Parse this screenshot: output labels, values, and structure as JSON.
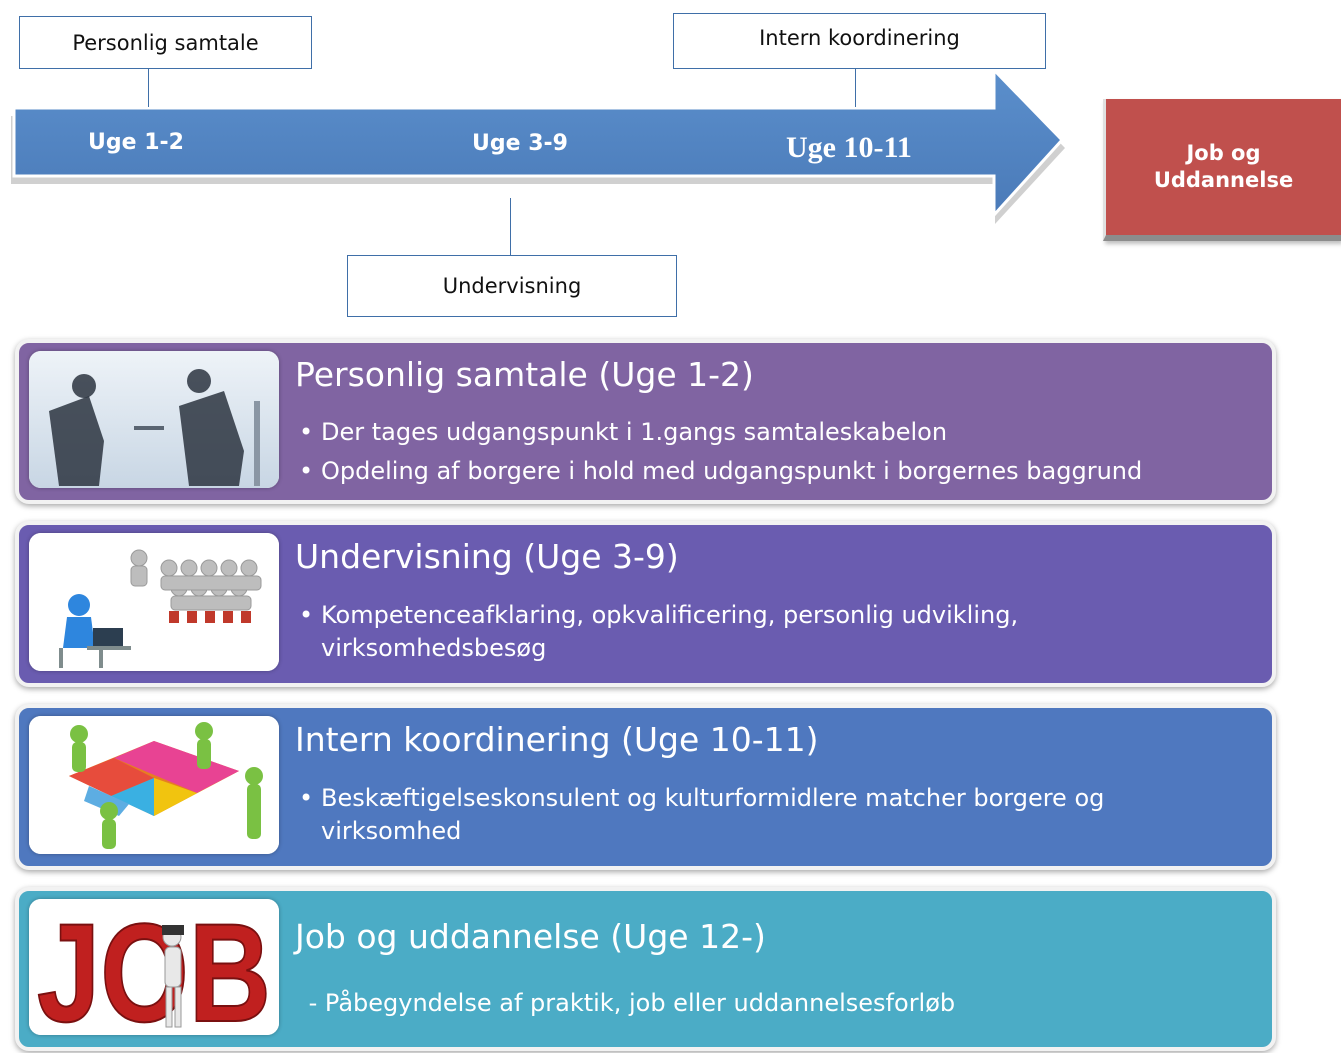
{
  "timeline": {
    "milestones": [
      {
        "label": "Personlig samtale"
      },
      {
        "label": "Intern koordinering"
      },
      {
        "label": "Undervisning"
      }
    ],
    "weeks": [
      "Uge 1-2",
      "Uge 3-9",
      "Uge 10-11"
    ],
    "goal": {
      "line1": "Job og",
      "line2": "Uddannelse"
    }
  },
  "phases": [
    {
      "title": "Personlig samtale  (Uge 1-2)",
      "bullets": [
        "Der tages udgangspunkt i 1.gangs samtaleskabelon",
        "Opdeling af borgere i hold med udgangspunkt i borgernes baggrund"
      ],
      "color": "#8064a2"
    },
    {
      "title": "Undervisning (Uge 3-9)",
      "bullets": [
        "Kompetenceafklaring, opkvalificering, personlig udvikling, virksomhedsbesøg"
      ],
      "color": "#6a5cb0"
    },
    {
      "title": "Intern koordinering (Uge 10-11)",
      "bullets": [
        "Beskæftigelseskonsulent og kulturformidlere matcher borgere og virksomhed"
      ],
      "color": "#4f78bf"
    },
    {
      "title": "Job og uddannelse (Uge 12-)",
      "line": " - Påbegyndelse af praktik, job eller uddannelsesforløb",
      "color": "#4bacc6"
    }
  ],
  "images": {
    "job_word": "JOB"
  },
  "colors": {
    "arrow": "#4f81bd",
    "goal": "#c0504d"
  }
}
